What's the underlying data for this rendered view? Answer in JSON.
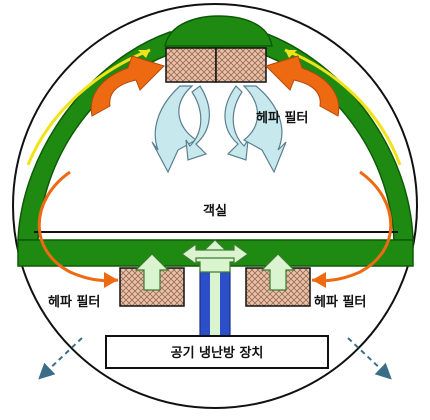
{
  "labels": {
    "filter_top_right": "헤파 필터",
    "cabin": "객실",
    "filter_bottom_left": "헤파 필터",
    "filter_bottom_right": "헤파 필터",
    "hvac_unit": "공기 냉난방 장치"
  },
  "colors": {
    "duct_green": "#1f8a12",
    "duct_green_dark": "#0f5a08",
    "flow_orange": "#ee6a12",
    "flow_orange_dark": "#b6480a",
    "flow_yellow": "#f2e21a",
    "clean_air_pale": "#c7e8ec",
    "fresh_air_green": "#d9f4cf",
    "intake_blue": "#2b4fc9",
    "filter_fill": "#e8c2a8",
    "outline": "#111111"
  },
  "icons": {
    "filter_pattern": "crosshatch-filter-icon",
    "arrows": "curved-flow-arrow-icon"
  }
}
